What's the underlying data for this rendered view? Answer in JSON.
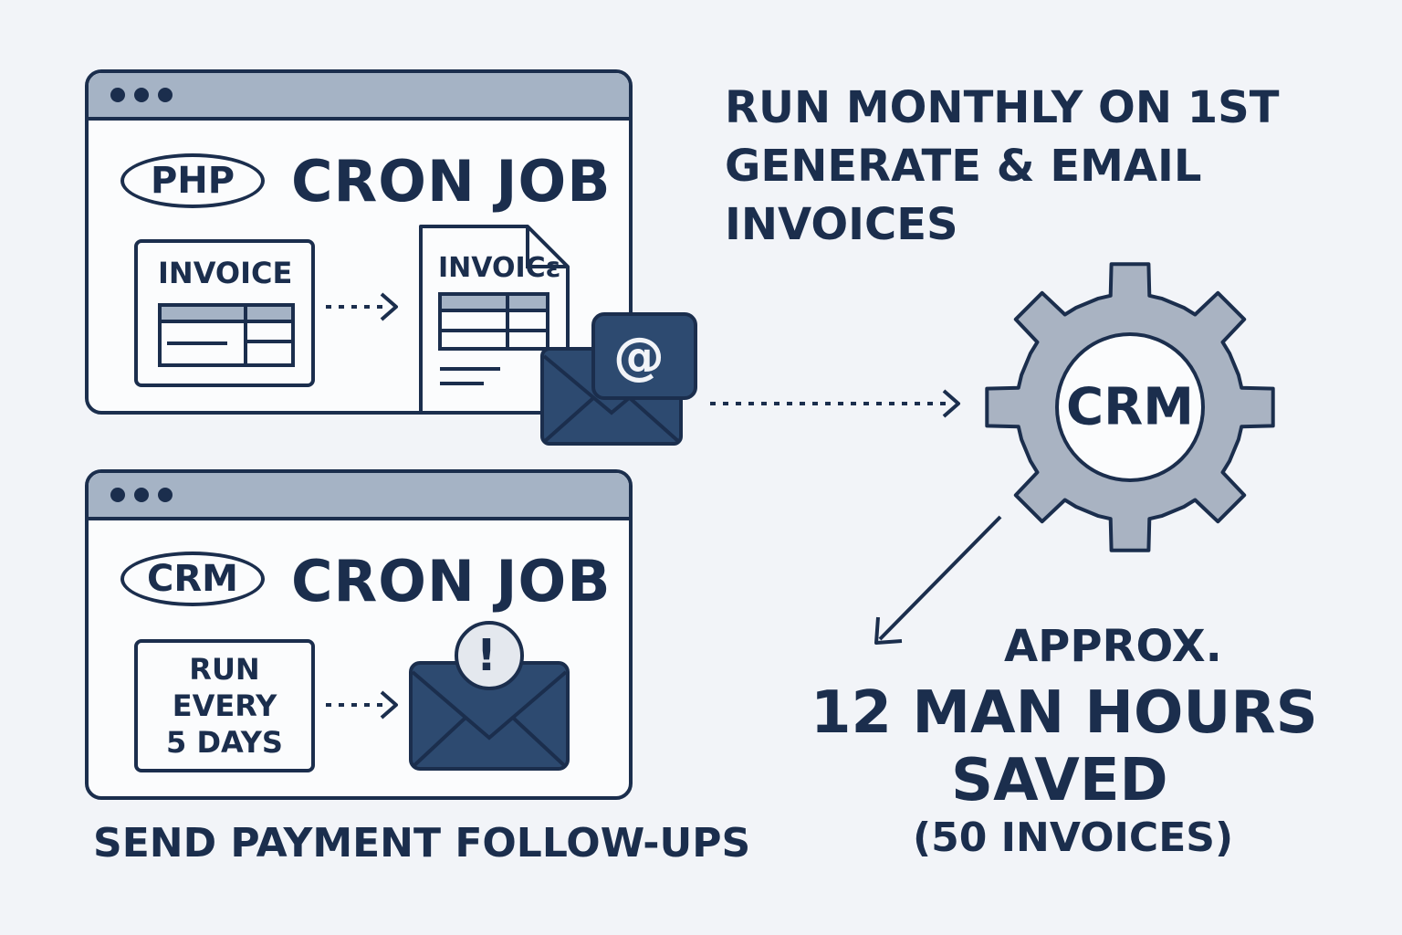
{
  "top_window": {
    "badge": "PHP",
    "title": "CRON JOB",
    "invoice_card_label": "INVOICE",
    "invoice_doc_label": "INVOICɛ",
    "email_symbol": "@"
  },
  "bottom_window": {
    "badge": "CRM",
    "title": "CRON JOB",
    "schedule_lines": [
      "RUN",
      "EVERY",
      "5 DAYS"
    ],
    "alert_symbol": "!"
  },
  "top_caption": {
    "lines": [
      "RUN MONTHLY ON 1ST",
      "GENERATE & EMAIL",
      "INVOICES"
    ]
  },
  "bottom_caption": "SEND PAYMENT FOLLOW-UPS",
  "gear": {
    "label": "CRM",
    "icon": "gear-icon"
  },
  "savings": {
    "approx": "APPROX.",
    "line1": "12 MAN HOURS",
    "line2": "SAVED",
    "note": "(50 INVOICES)"
  },
  "colors": {
    "navy": "#1b2e4d",
    "slate": "#a5b3c5",
    "envelope": "#2d4a70",
    "gear": "#a9b3c2",
    "background": "#f2f4f8"
  }
}
